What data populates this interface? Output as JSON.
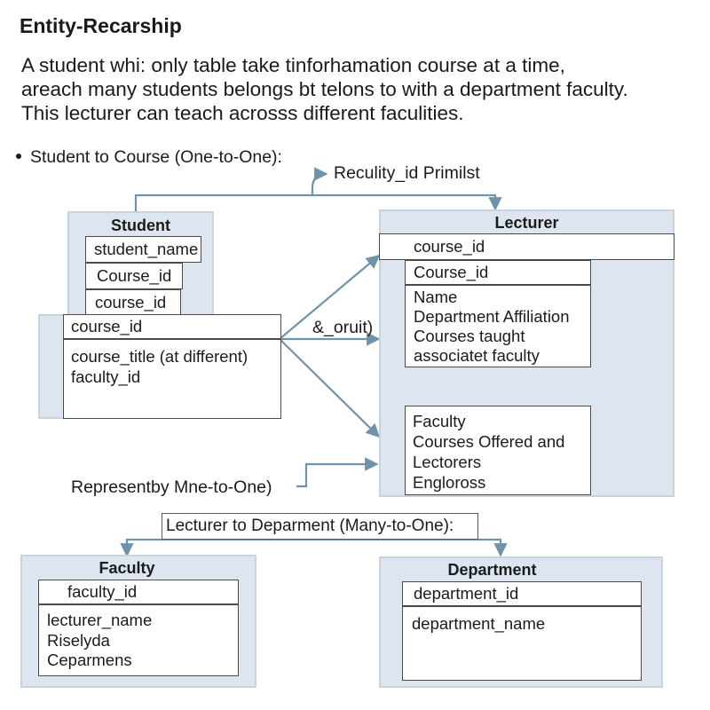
{
  "header": {
    "title": "Entity-Recarship",
    "intro_lines": [
      "A student whi: only table take tinforhamation course at a time,",
      "areach many students  belongs bt telons to with  a department faculty.",
      "This lecturer can teach acrosss different faculities."
    ]
  },
  "labels": {
    "bullet": "Student to Course (One-to-One):",
    "top_connector": "Reculity_id Primilst",
    "middle_connector": "&_oruit)",
    "represent": "Representby Mne-to-One)",
    "lecturer_department": "Lecturer to Deparment (Many-to-One):"
  },
  "entities": {
    "student": {
      "title": "Student",
      "attrs": [
        "student_name",
        "Course_id",
        "course_id"
      ],
      "key": "course_id",
      "body": [
        "course_title (at different)",
        "faculty_id"
      ]
    },
    "lecturer": {
      "title": "Lecturer",
      "key": "course_id",
      "inner_key": "Course_id",
      "inner_body": [
        "Name",
        "Department Affiliation",
        "Courses taught",
        "associatet faculty"
      ],
      "faculty_box": [
        "Faculty",
        "Courses Offered and",
        "Lectorers",
        "Engloross"
      ]
    },
    "faculty": {
      "title": "Faculty",
      "key": "faculty_id",
      "body": [
        "lecturer_name",
        "Riselyda",
        "Ceparmens"
      ]
    },
    "department": {
      "title": "Department",
      "key": "department_id",
      "body": [
        "department_name"
      ]
    }
  },
  "colors": {
    "panel": "#dde6f0",
    "panel_border": "#c7d3df",
    "arrow": "#6f93ab",
    "box_border": "#4a4a4a"
  }
}
